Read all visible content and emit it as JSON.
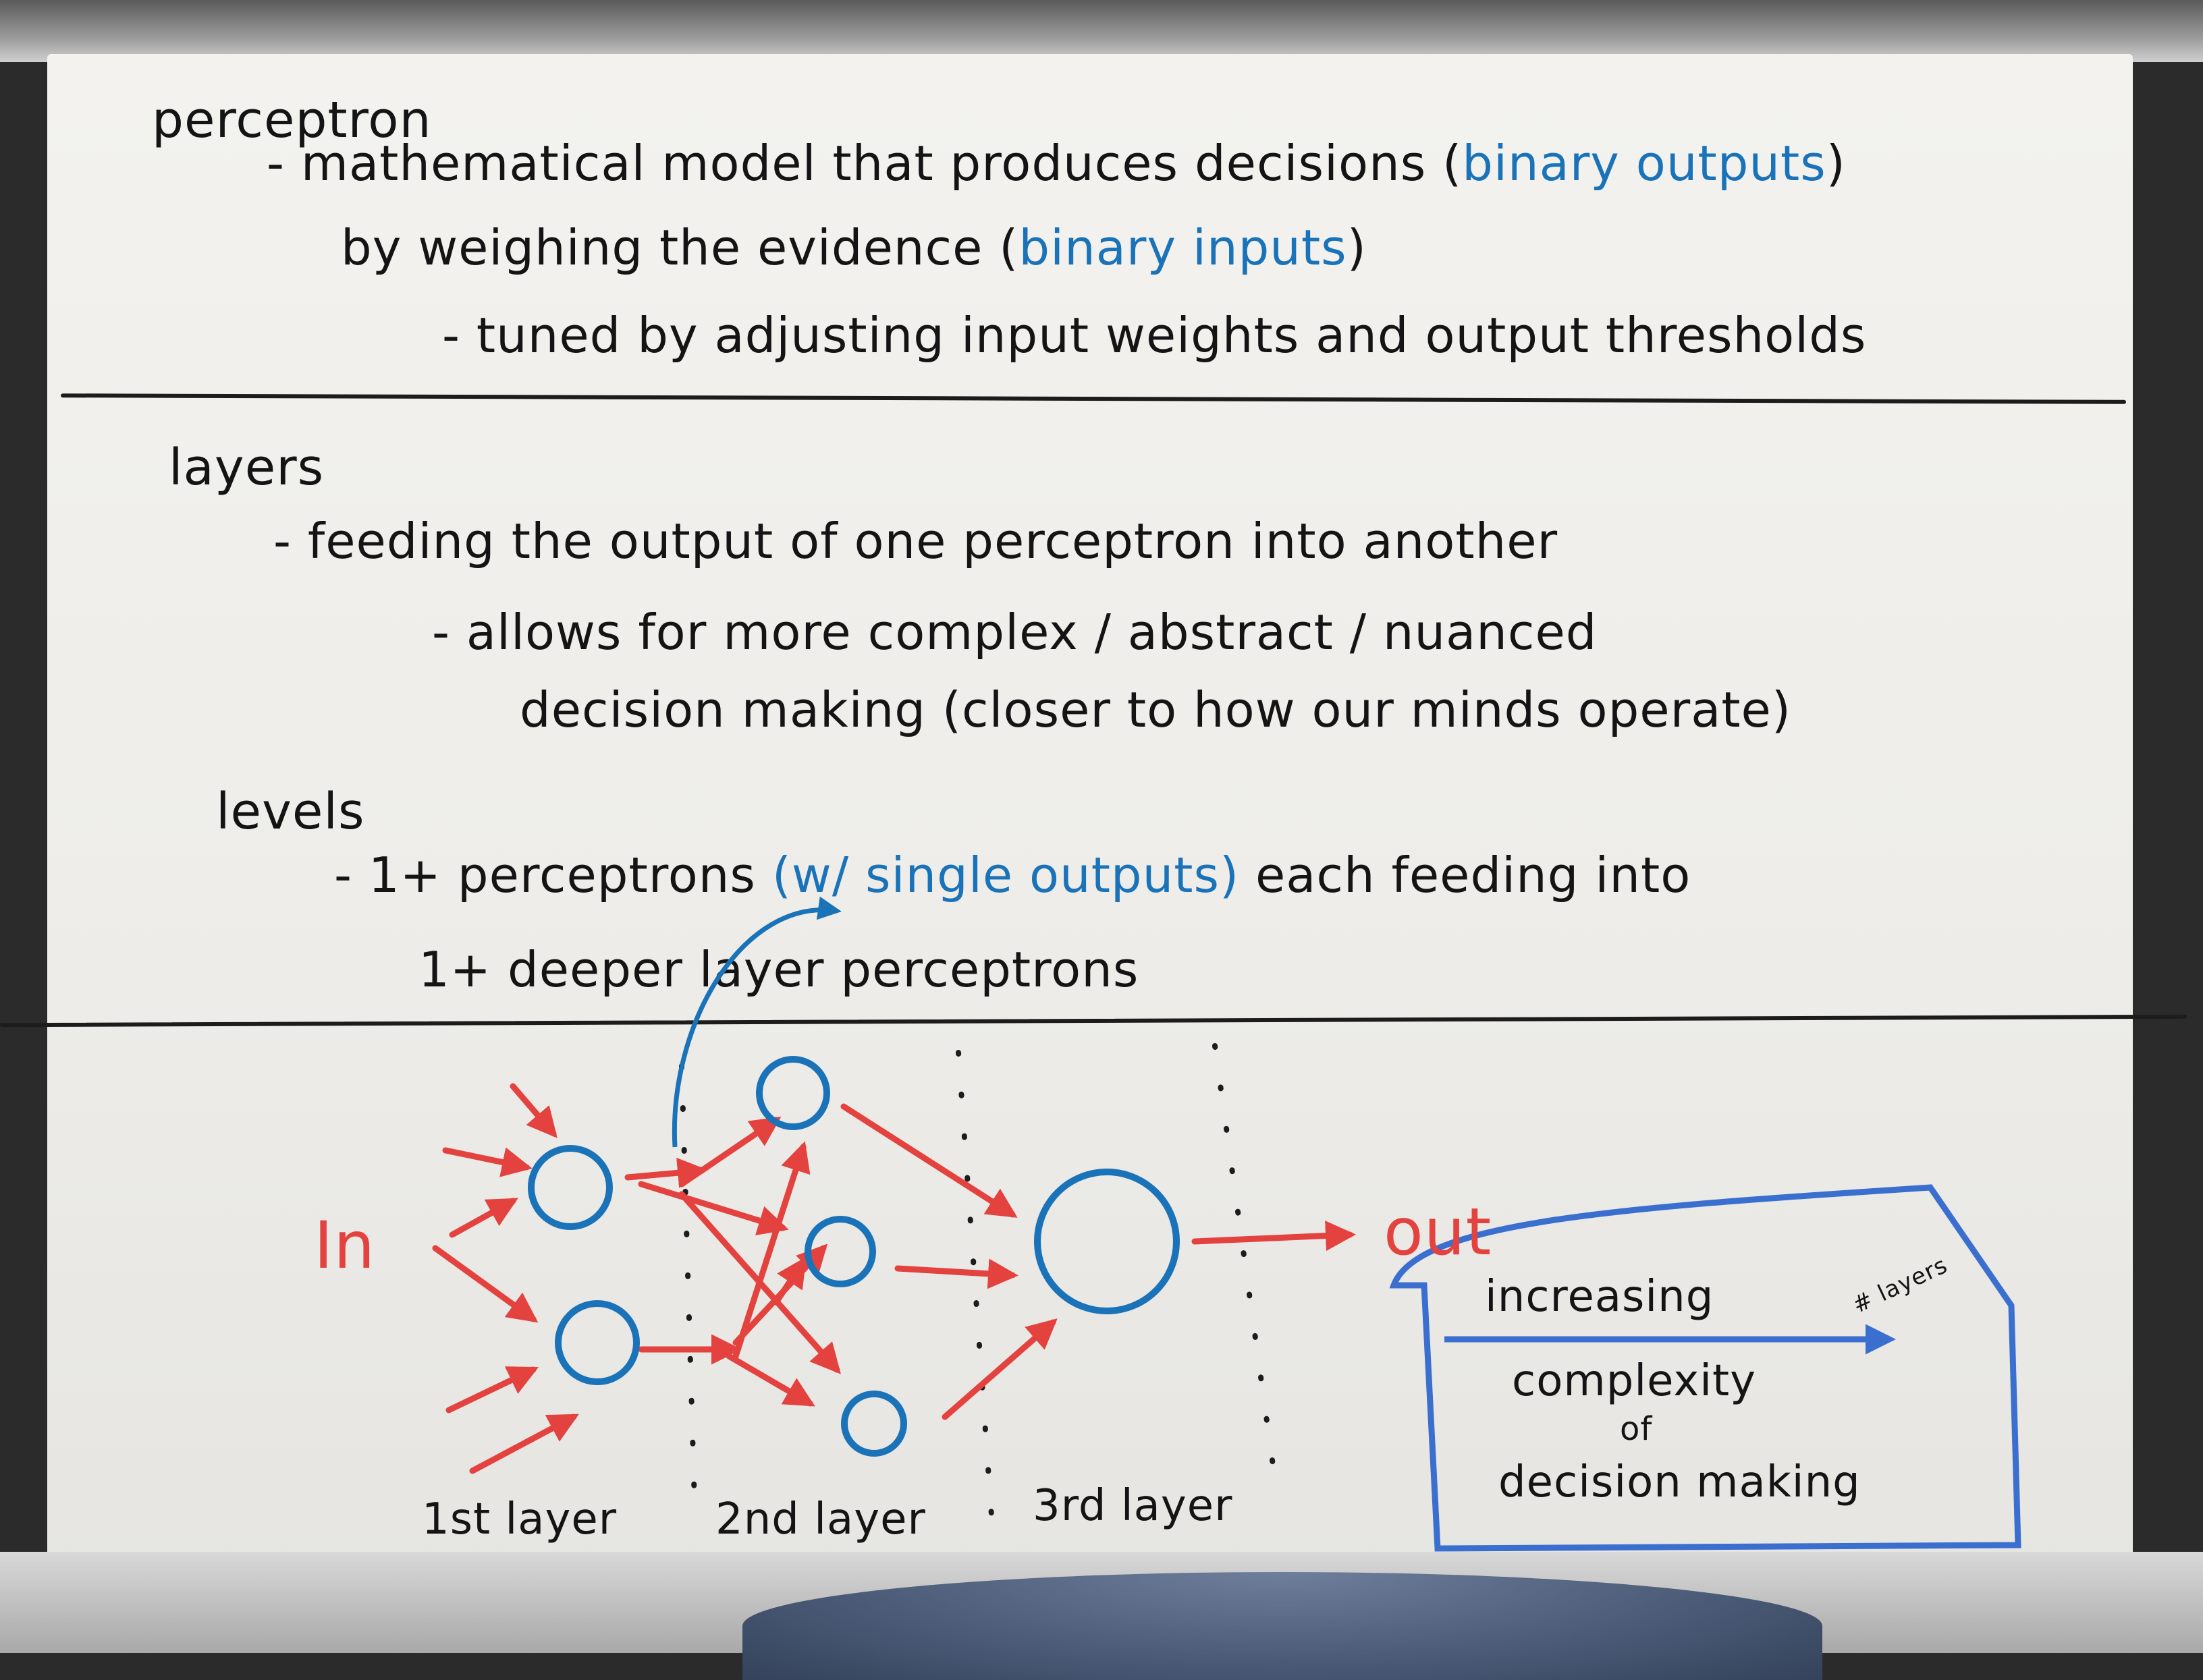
{
  "board": {
    "perceptron": {
      "heading": "perceptron",
      "line1_prefix": "- mathematical model that produces decisions (",
      "line1_blue": "binary outputs",
      "line1_suffix": ")",
      "line2_prefix": "by weighing the evidence (",
      "line2_blue": "binary inputs",
      "line2_suffix": ")",
      "line3": "- tuned by adjusting input weights and output thresholds"
    },
    "layers": {
      "heading": "layers",
      "line1": "- feeding the output of one perceptron into another",
      "line2": "- allows for more complex / abstract / nuanced",
      "line3": "decision making (closer to how our minds operate)"
    },
    "levels": {
      "heading": "levels",
      "line1_prefix": "- 1+ perceptrons",
      "line1_blue": "(w/ single outputs)",
      "line1_suffix": "each feeding into",
      "line2": "1+ deeper layer perceptrons"
    },
    "diagram": {
      "in_label": "In",
      "out_label": "out",
      "layer1_label": "1st layer",
      "layer2_label": "2nd layer",
      "layer3_label": "3rd layer",
      "box_line1": "increasing",
      "box_line2": "complexity",
      "box_line3": "of",
      "box_line4": "decision making",
      "box_arrow_label": "# layers"
    },
    "colors": {
      "ink_black": "#141414",
      "ink_blue": "#1a73b8",
      "ink_red": "#e4423f",
      "ink_box_blue": "#3a6fd0",
      "board": "#f0efec"
    }
  }
}
